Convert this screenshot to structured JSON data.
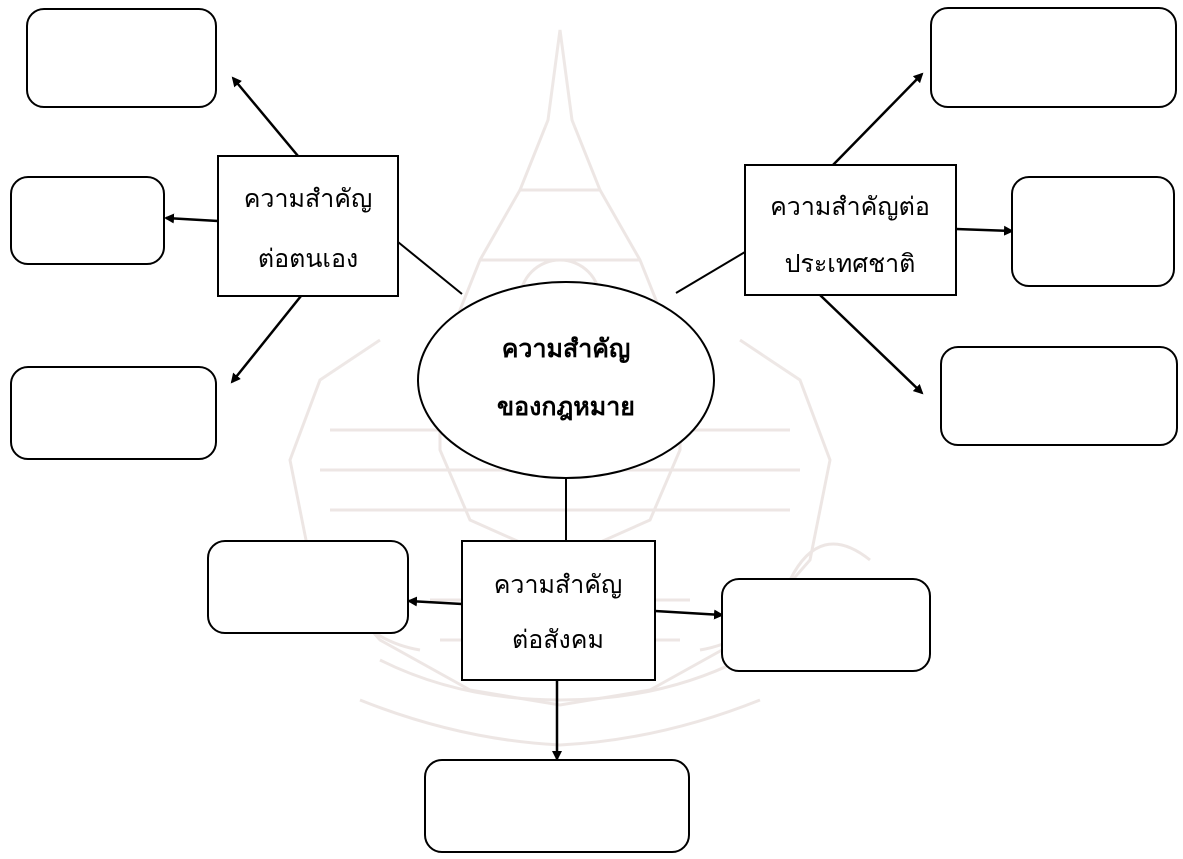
{
  "diagram": {
    "center": {
      "line1": "ความสำคัญ",
      "line2": "ของกฎหมาย"
    },
    "self": {
      "line1": "ความสำคัญ",
      "line2": "ต่อตนเอง"
    },
    "nation": {
      "line1": "ความสำคัญต่อ",
      "line2": "ประเทศชาติ"
    },
    "society": {
      "line1": "ความสำคัญ",
      "line2": "ต่อสังคม"
    }
  },
  "colors": {
    "stroke": "#000000",
    "background": "#ffffff",
    "watermark": "#b08070"
  }
}
